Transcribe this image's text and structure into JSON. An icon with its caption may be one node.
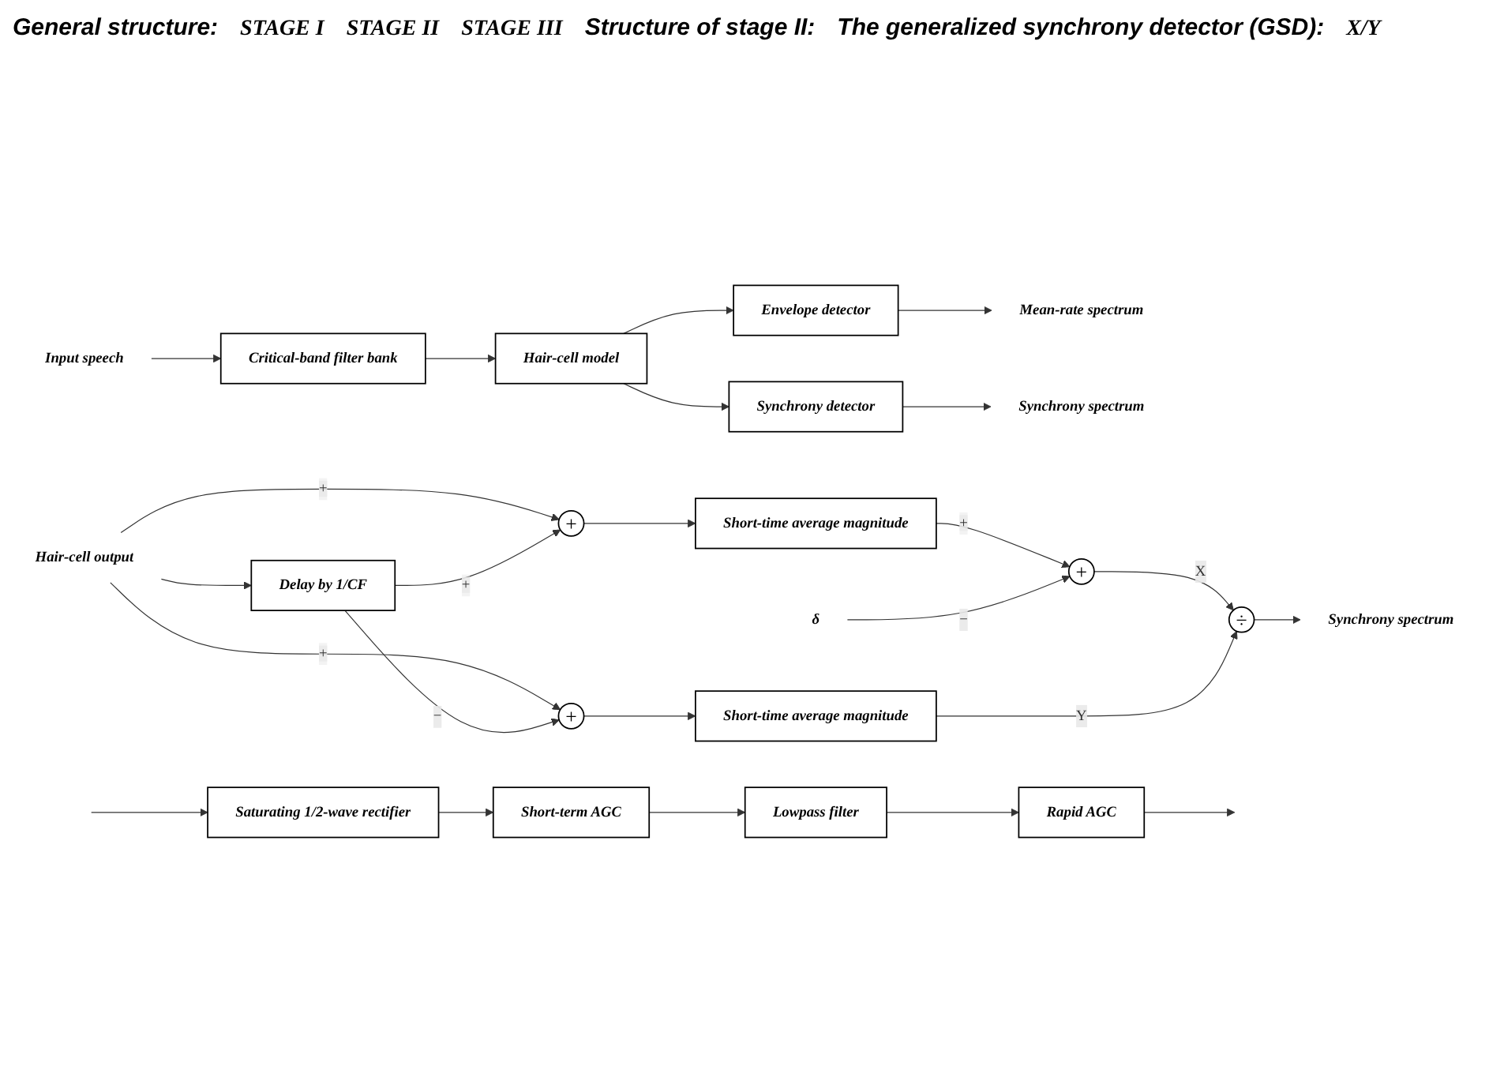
{
  "diagram": {
    "nodes": [
      {
        "text": [
          "Input speech"
        ]
      },
      {
        "text": [
          "Critical-band filter bank"
        ]
      },
      {
        "text": [
          "Hair-cell model"
        ]
      },
      {
        "text": [
          "Envelope detector"
        ]
      },
      {
        "text": [
          "Synchrony detector"
        ]
      },
      {
        "text": [
          "Mean-rate spectrum"
        ]
      },
      {
        "text": [
          "Synchrony spectrum"
        ]
      },
      {
        "text": [
          "Saturating 1/2-wave rectifier"
        ]
      },
      {
        "text": [
          "Short-term AGC"
        ]
      },
      {
        "text": [
          "Lowpass filter"
        ]
      },
      {
        "text": [
          "Rapid AGC"
        ]
      },
      {
        "text": [
          "Hair-cell output"
        ]
      },
      {
        "text": [
          "+"
        ]
      },
      {
        "text": [
          "Short-time average magnitude"
        ]
      },
      {
        "text": [
          "δ"
        ]
      },
      {
        "text": [
          "+"
        ]
      },
      {
        "text": [
          "Delay by 1/CF"
        ]
      },
      {
        "text": [
          "+"
        ]
      },
      {
        "text": [
          "Short-time average magnitude"
        ]
      },
      {
        "text": [
          "÷"
        ]
      },
      {
        "text": [
          "Synchrony spectrum"
        ]
      }
    ],
    "edges": [
      {
        "from": 0,
        "to": 1,
        "arrow": "to"
      },
      {
        "from": 1,
        "to": 2,
        "arrow": "to"
      },
      {
        "from": 2,
        "to": 3,
        "arrow": "to"
      },
      {
        "from": 2,
        "to": 4,
        "arrow": "to"
      },
      {
        "from": 3,
        "to": 5,
        "arrow": "to"
      },
      {
        "from": 4,
        "to": 6,
        "arrow": "to"
      },
      {
        "from": null,
        "to": 7,
        "arrow": "to"
      },
      {
        "from": 7,
        "to": 8,
        "arrow": "to"
      },
      {
        "from": 8,
        "to": 9,
        "arrow": "to"
      },
      {
        "from": 9,
        "to": 10,
        "arrow": "to"
      },
      {
        "from": 10,
        "to": null,
        "arrow": "to"
      },
      {
        "from": 11,
        "to": 12,
        "arrow": "to",
        "label": "+"
      },
      {
        "from": 11,
        "to": 17,
        "arrow": "to",
        "label": "+"
      },
      {
        "from": 11,
        "to": 16,
        "arrow": "to"
      },
      {
        "from": 16,
        "to": 12,
        "arrow": "to",
        "label": "+"
      },
      {
        "from": 16,
        "to": 17,
        "arrow": "to",
        "label": "−"
      },
      {
        "from": 12,
        "to": 13,
        "arrow": "to"
      },
      {
        "from": 13,
        "to": 15,
        "arrow": "to",
        "label": "+"
      },
      {
        "from": 14,
        "to": 15,
        "arrow": "to",
        "label": "−"
      },
      {
        "from": 17,
        "to": 18,
        "arrow": "to"
      },
      {
        "from": 15,
        "to": 19,
        "arrow": "to",
        "label": "X"
      },
      {
        "from": 18,
        "to": 19,
        "arrow": "to",
        "label": "Y"
      },
      {
        "from": 19,
        "to": 20,
        "arrow": "to"
      }
    ],
    "labels": [
      "General structure:",
      "STAGE I",
      "STAGE II",
      "STAGE III",
      "Structure of stage II:",
      "The generalized synchrony detector (GSD):",
      "X/Y"
    ]
  }
}
